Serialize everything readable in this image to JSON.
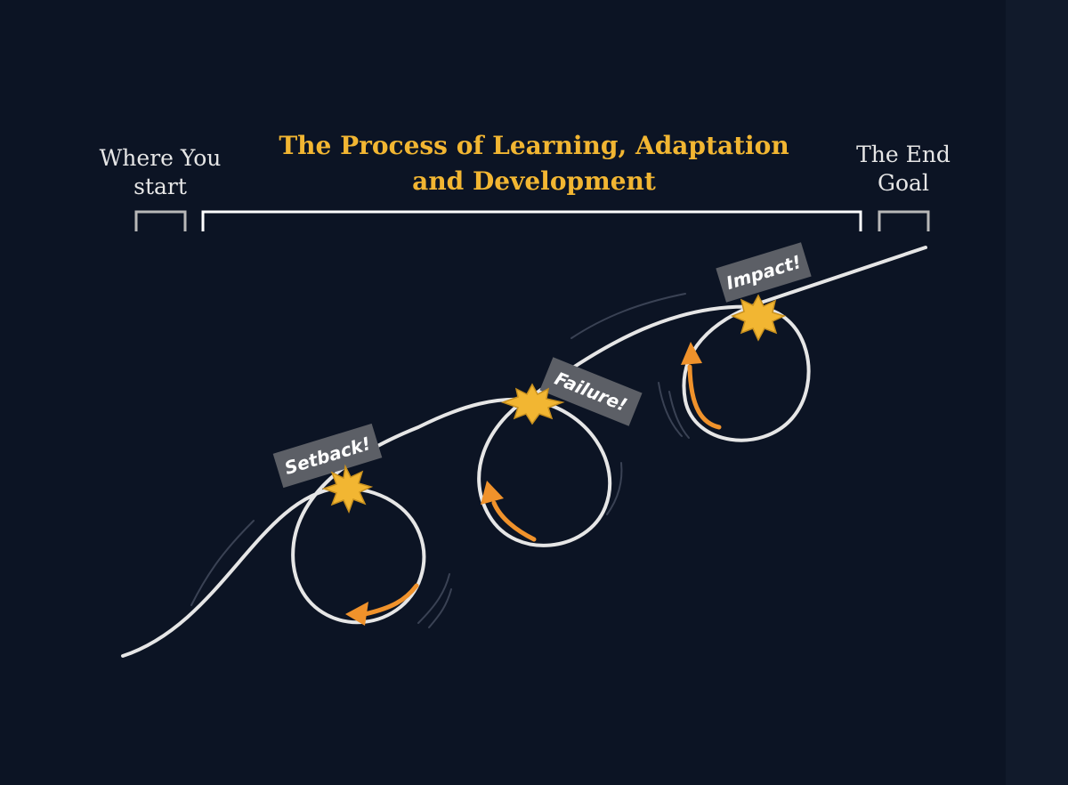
{
  "labels": {
    "start": "Where You\nstart",
    "title": "The Process of Learning, Adaptation\nand Development",
    "end": "The End\nGoal"
  },
  "tags": {
    "setback": "Setback!",
    "failure": "Failure!",
    "impact": "Impact!"
  },
  "colors": {
    "background": "#0c1424",
    "title": "#f2b632",
    "path": "#e6e6e6",
    "arrow": "#f0922b",
    "burst": "#f2b632",
    "tag": "#5c5f66"
  }
}
